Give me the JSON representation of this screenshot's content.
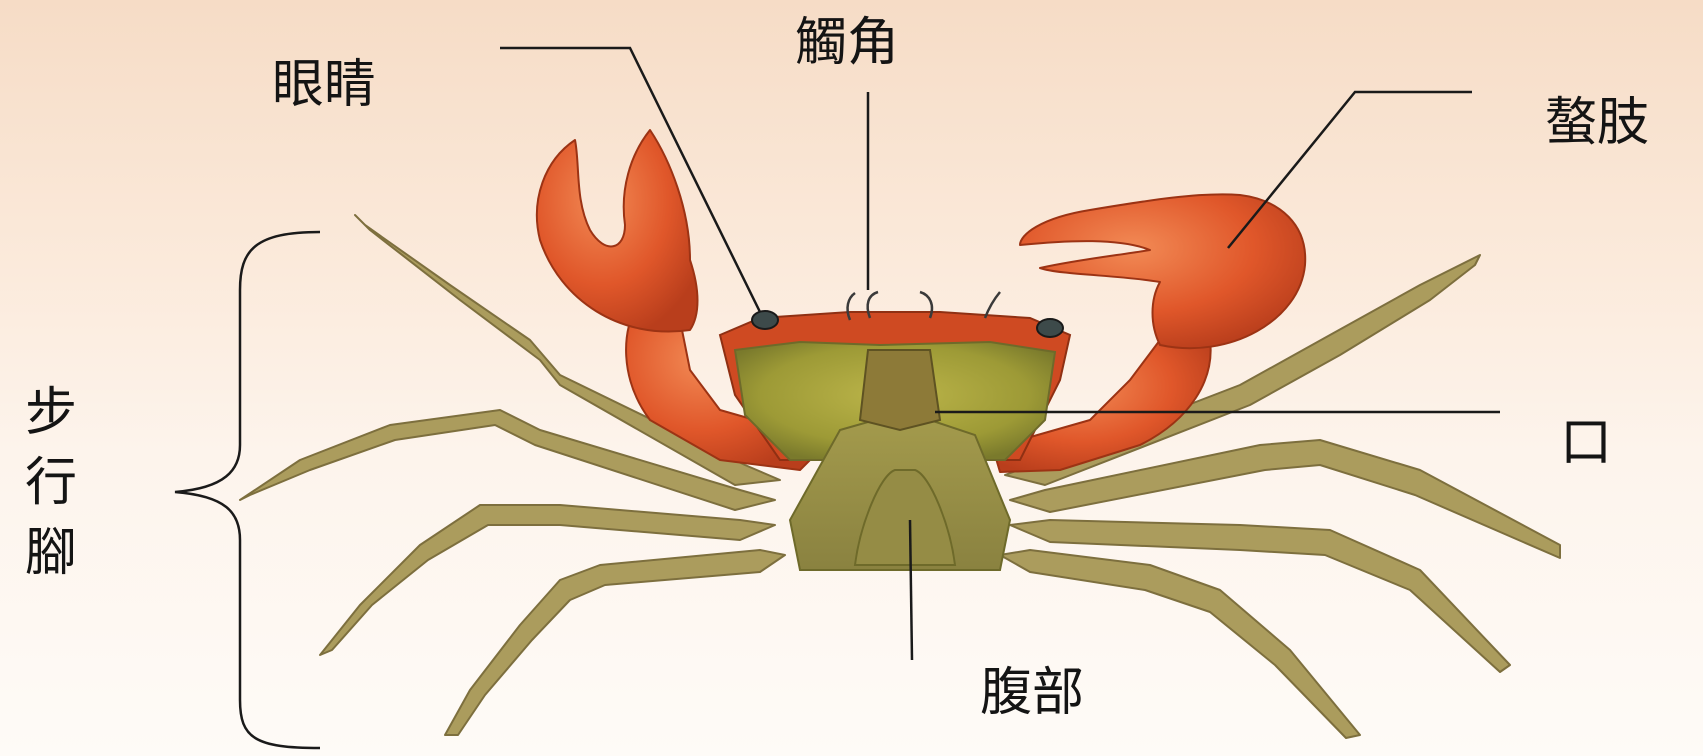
{
  "labels": {
    "eyes": "眼睛",
    "antennae": "觸角",
    "chelipeds": "螯肢",
    "mouth": "口",
    "walking_legs_1": "步",
    "walking_legs_2": "行",
    "walking_legs_3": "腳",
    "abdomen": "腹部"
  },
  "colors": {
    "claw": "#e0572a",
    "carapace_rim": "#cf4a22",
    "carapace_green": "#a9a53a",
    "leg": "#a99a5a",
    "line": "#1a1a1a"
  }
}
